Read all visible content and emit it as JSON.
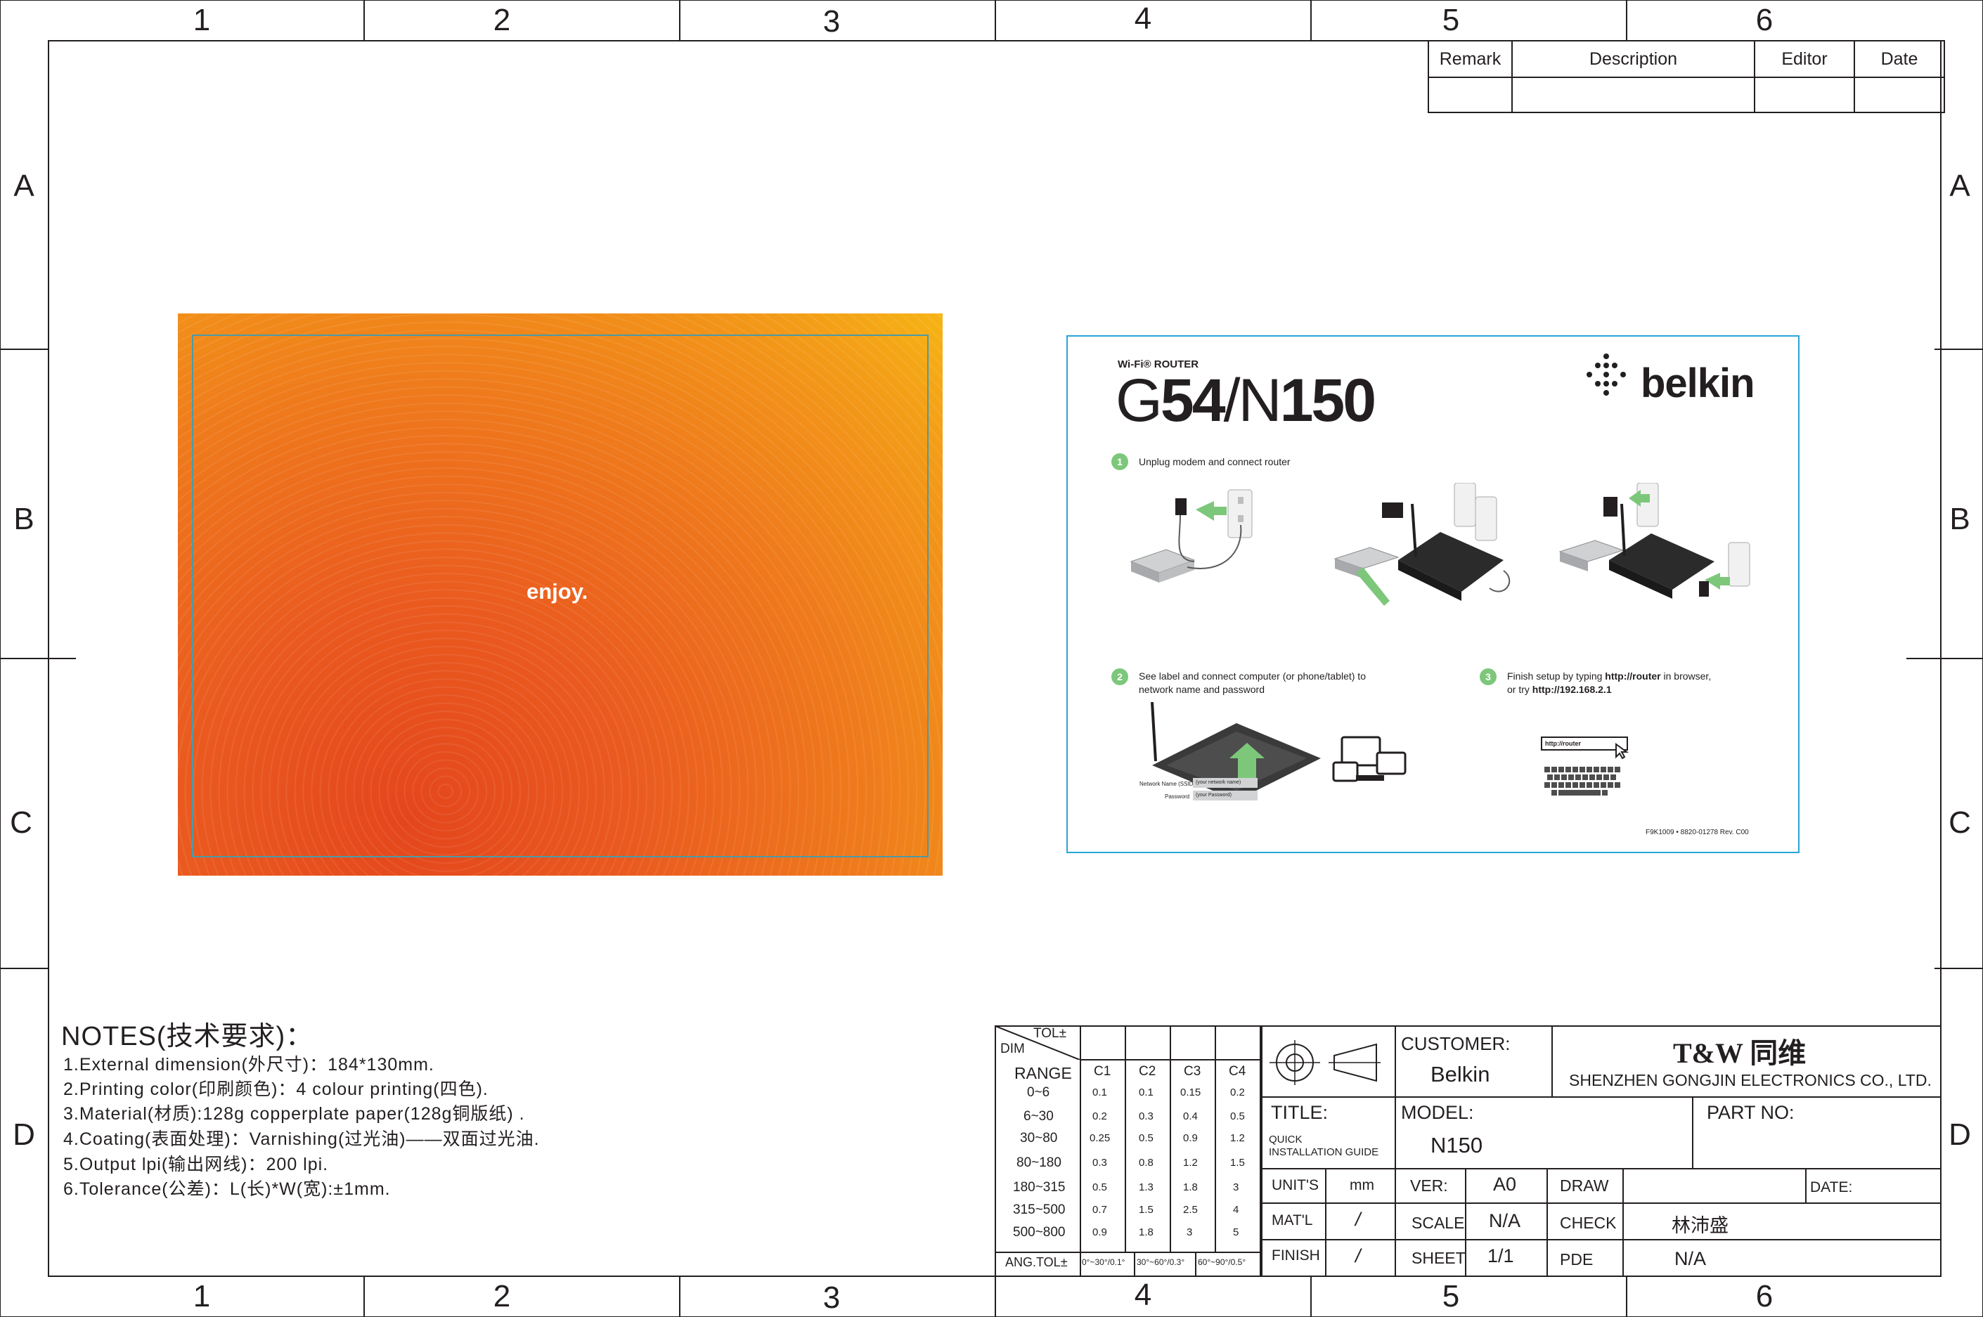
{
  "zone_columns": [
    "1",
    "2",
    "3",
    "4",
    "5",
    "6"
  ],
  "zone_rows": [
    "A",
    "B",
    "C",
    "D"
  ],
  "revision_table": {
    "remark": "Remark",
    "description": "Description",
    "editor": "Editor",
    "date": "Date"
  },
  "artwork": {
    "cover_text": "enjoy.",
    "wifi_label": "Wi-Fi® ROUTER",
    "model_a": "G",
    "model_b": "54",
    "model_c": "/N",
    "model_d": "150",
    "brand": "belkin",
    "step1_num": "1",
    "step1_text": "Unplug modem and connect router",
    "step2_num": "2",
    "step2_text_1": "See label and connect computer (or phone/tablet) to",
    "step2_text_2": "network name and password",
    "step3_num": "3",
    "step3_text_1a": "Finish setup by typing ",
    "step3_text_1b": "http://router",
    "step3_text_1c": " in browser,",
    "step3_text_2a": "or try ",
    "step3_text_2b": "http://192.168.2.1",
    "url_bar": "http://router",
    "label_network": "Network Name (SSID)",
    "label_password": "Password",
    "value_network": "(your network name)",
    "value_password": "(your Password)",
    "part_number": "F9K1009 • 8820-01278 Rev. C00"
  },
  "notes": {
    "title": "NOTES(技术要求)：",
    "lines": [
      "1.External dimension(外尺寸)：184*130mm.",
      "2.Printing color(印刷颜色)：4 colour printing(四色).",
      "3.Material(材质):128g copperplate paper(128g铜版纸) .",
      "4.Coating(表面处理)：Varnishing(过光油)——双面过光油.",
      "5.Output lpi(输出网线)：200 lpi.",
      "6.Tolerance(公差)：L(长)*W(宽):±1mm."
    ]
  },
  "tolerance": {
    "tol": "TOL±",
    "dim": "DIM",
    "range": "RANGE",
    "cols": [
      "C1",
      "C2",
      "C3",
      "C4"
    ],
    "rows": [
      {
        "r": "0~6",
        "v": [
          "0.1",
          "0.1",
          "0.15",
          "0.2"
        ]
      },
      {
        "r": "6~30",
        "v": [
          "0.2",
          "0.3",
          "0.4",
          "0.5"
        ]
      },
      {
        "r": "30~80",
        "v": [
          "0.25",
          "0.5",
          "0.9",
          "1.2"
        ]
      },
      {
        "r": "80~180",
        "v": [
          "0.3",
          "0.8",
          "1.2",
          "1.5"
        ]
      },
      {
        "r": "180~315",
        "v": [
          "0.5",
          "1.3",
          "1.8",
          "3"
        ]
      },
      {
        "r": "315~500",
        "v": [
          "0.7",
          "1.5",
          "2.5",
          "4"
        ]
      },
      {
        "r": "500~800",
        "v": [
          "0.9",
          "1.8",
          "3",
          "5"
        ]
      }
    ],
    "ang_label": "ANG.TOL±",
    "ang": [
      "0°~30°/0.1°",
      "30°~60°/0.3°",
      "60°~90°/0.5°"
    ]
  },
  "title_block": {
    "customer_label": "CUSTOMER:",
    "customer": "Belkin",
    "company_logo": "T&W 同维",
    "company_name": "SHENZHEN GONGJIN ELECTRONICS CO., LTD.",
    "title_label": "TITLE:",
    "title_1": "QUICK",
    "title_2": "INSTALLATION GUIDE",
    "model_label": "MODEL:",
    "model": "N150",
    "partno_label": "PART NO:",
    "units_label": "UNIT'S",
    "units": "mm",
    "ver_label": "VER:",
    "ver": "A0",
    "draw_label": "DRAW",
    "date_label": "DATE:",
    "matl_label": "MAT'L",
    "matl": "/",
    "scale_label": "SCALE",
    "scale": "N/A",
    "check_label": "CHECK",
    "check": "林沛盛",
    "finish_label": "FINISH",
    "finish": "/",
    "sheet_label": "SHEET",
    "sheet": "1/1",
    "pde_label": "PDE",
    "pde": "N/A"
  }
}
